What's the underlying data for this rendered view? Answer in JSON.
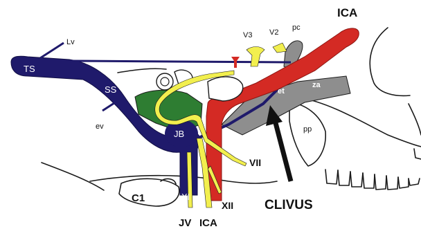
{
  "colors": {
    "venous_sinus": "#1f1a6b",
    "artery": "#d42a24",
    "nerve": "#f2ef4e",
    "bone_grey": "#8e8e8e",
    "green_region": "#2e7d32",
    "outline": "#1a1a1a"
  },
  "labels": {
    "lv": "Lv",
    "ts": "TS",
    "ss": "SS",
    "ev": "ev",
    "v3": "V3",
    "v2": "V2",
    "pc": "pc",
    "ica_top": "ICA",
    "et": "et",
    "za": "za",
    "pp": "pp",
    "jb": "JB",
    "vii": "VII",
    "c1": "C1",
    "xi": "XI",
    "xii": "XII",
    "jv": "JV",
    "ica_bottom": "ICA",
    "clivus": "CLIVUS"
  }
}
